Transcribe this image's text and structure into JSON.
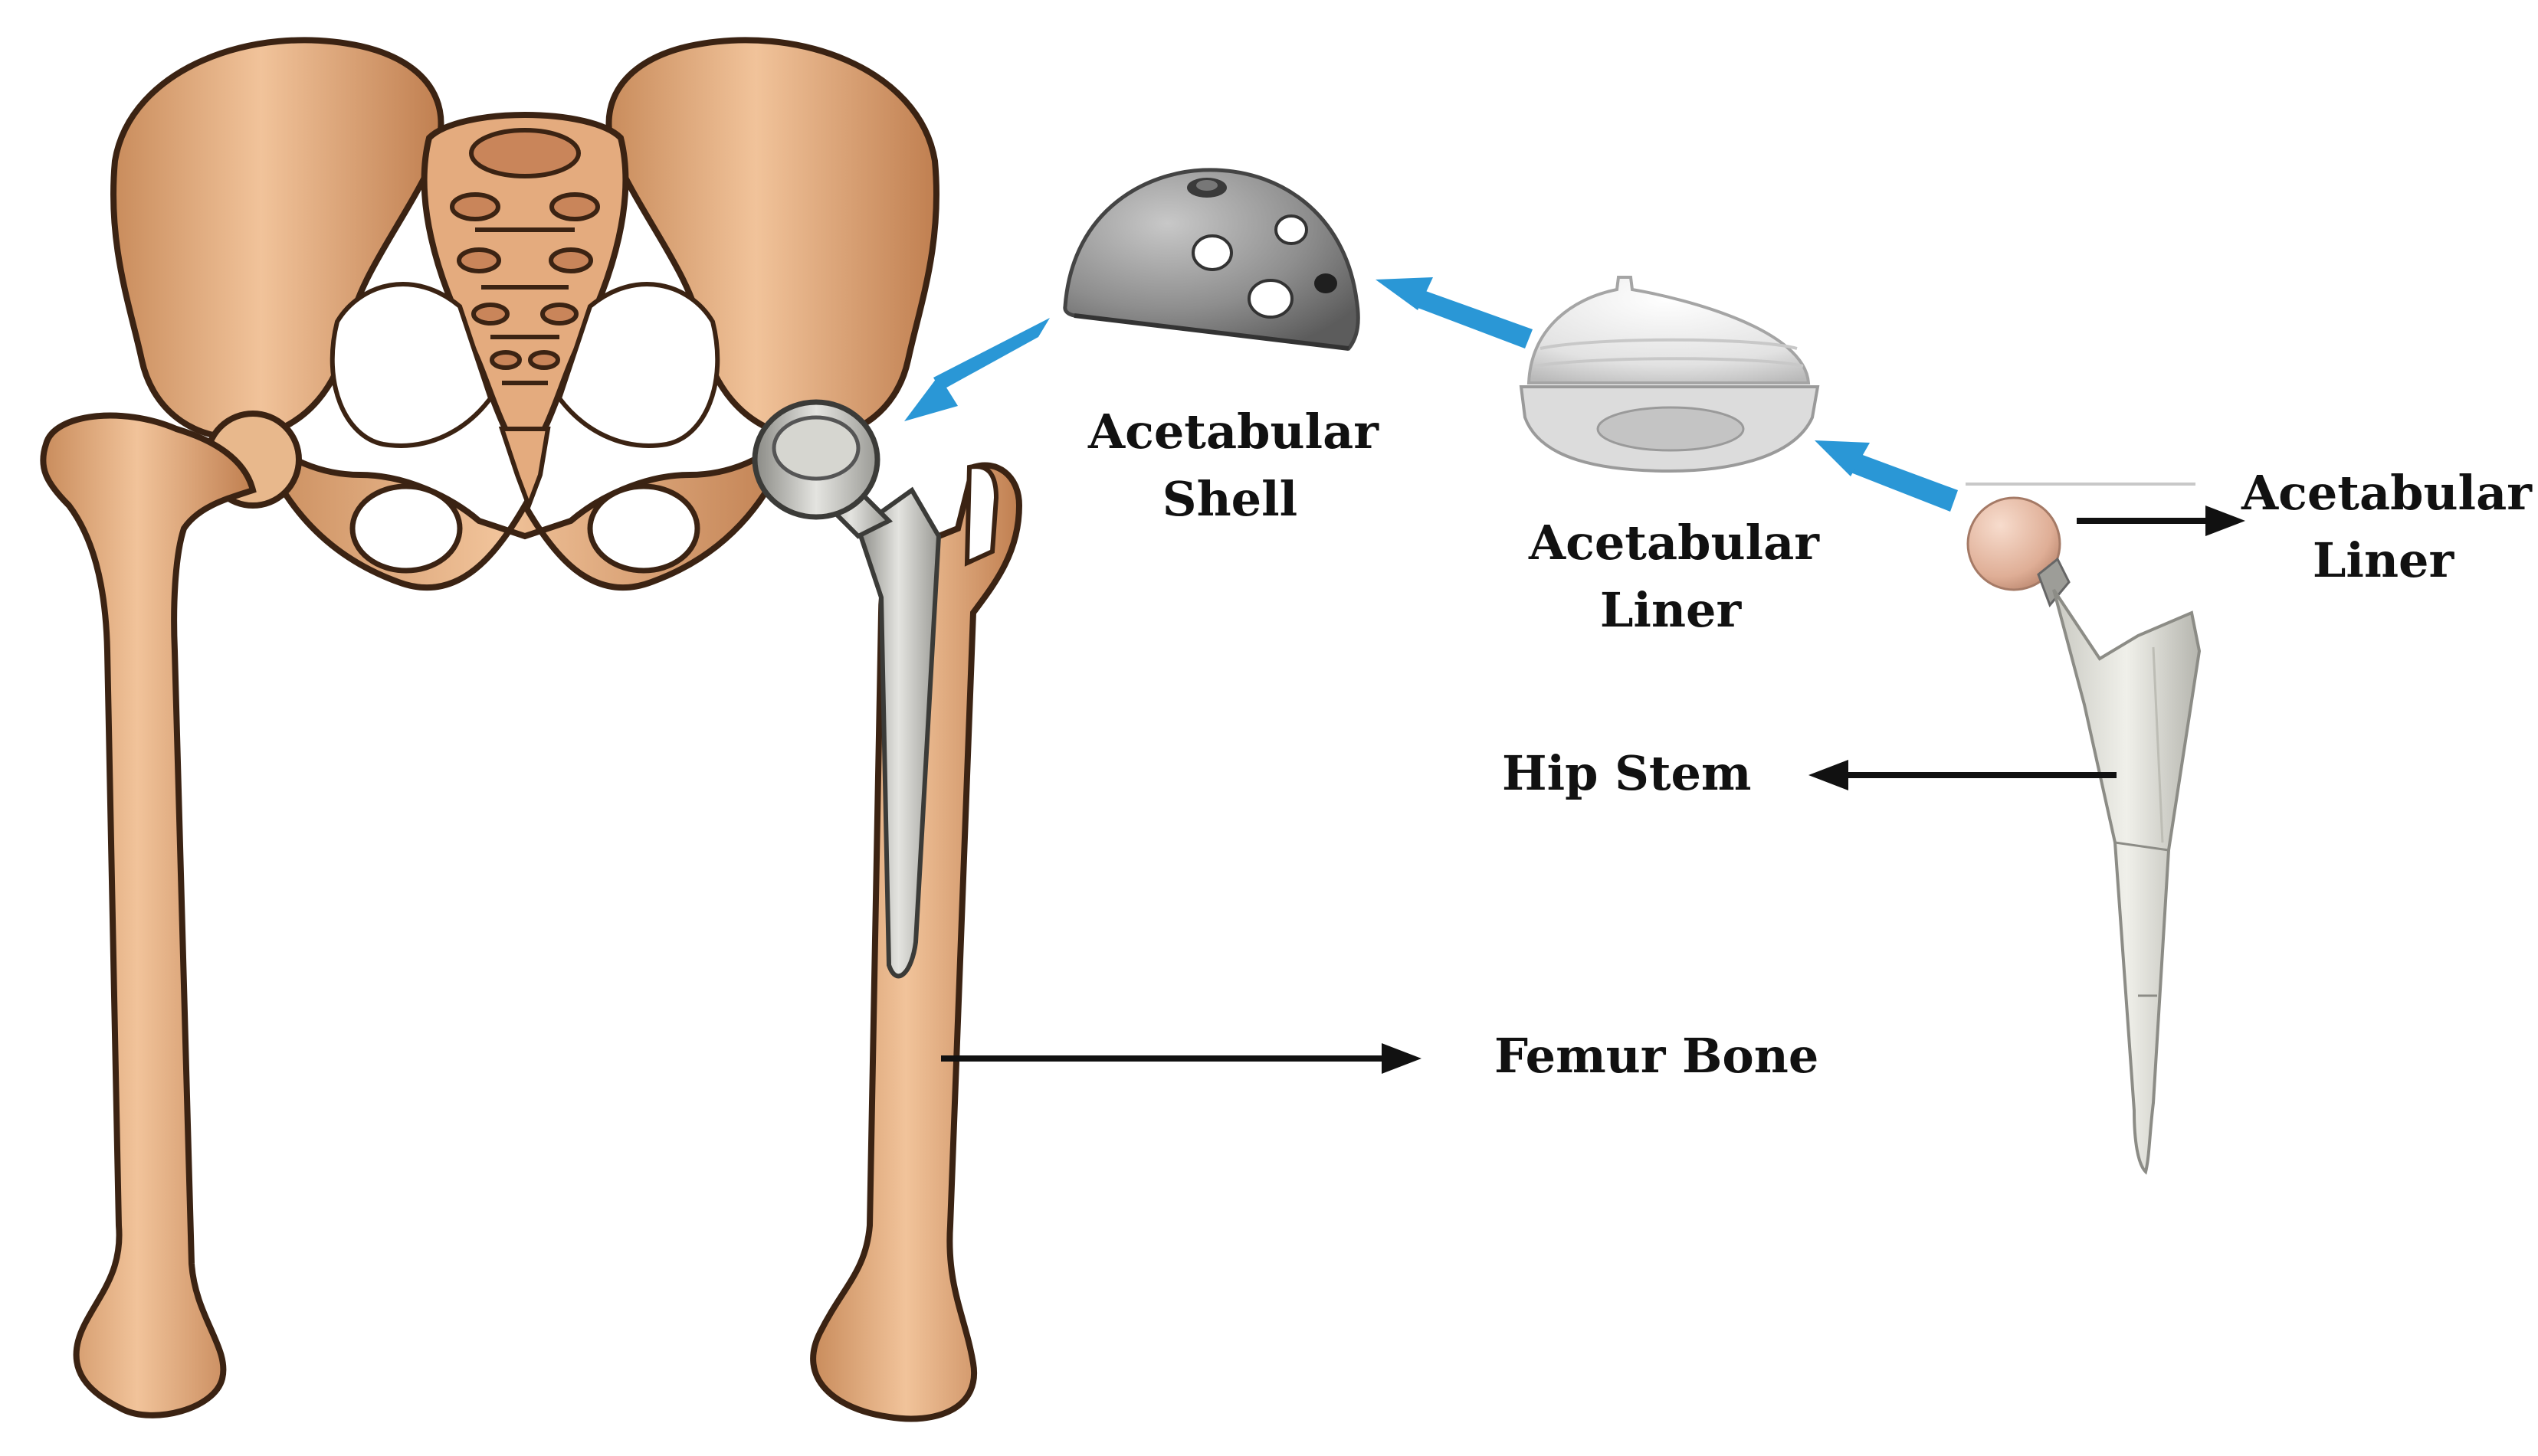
{
  "labels": {
    "acetabular_shell": [
      "Acetabular",
      "Shell"
    ],
    "acetabular_liner_center": [
      "Acetabular",
      "Liner"
    ],
    "acetabular_liner_right": [
      "Acetabular",
      "Liner"
    ],
    "hip_stem": "Hip Stem",
    "femur_bone": "Femur Bone"
  },
  "colors": {
    "bone": "#eab98c",
    "bone_shadow": "#b87648",
    "bone_outline": "#3b2313",
    "metal": "#b5b5b0",
    "metal_dark": "#6e6e6a",
    "porous_shell": "#8d8d8d",
    "liner": "#e9e9e9",
    "femoral_head": "#e3b8a2",
    "blue_arrow": "#2a97d6",
    "black_arrow": "#111111"
  }
}
